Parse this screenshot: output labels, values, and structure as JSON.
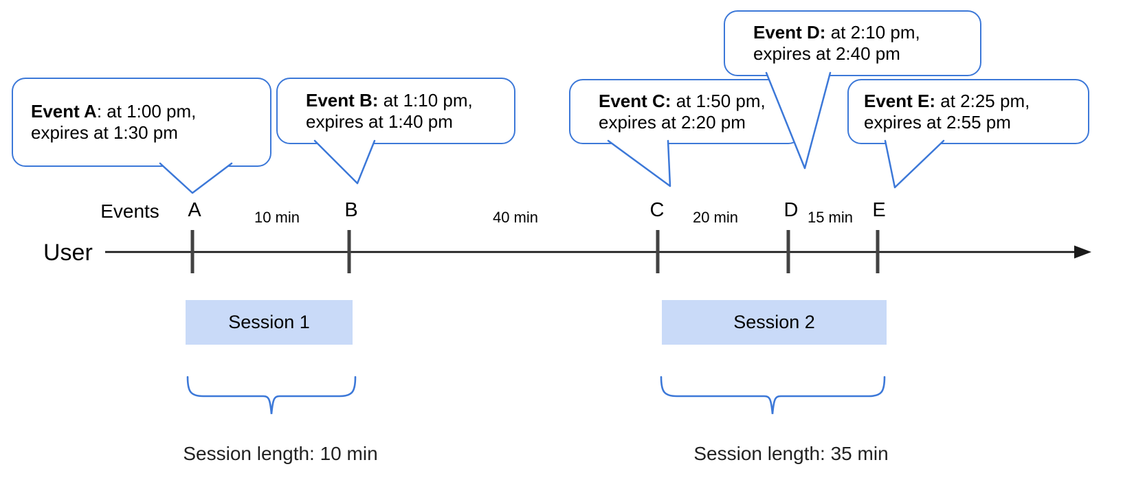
{
  "colors": {
    "accent": "#3c78d8",
    "session_fill": "#c9daf8",
    "tick": "#424242",
    "line": "#1a1a1a",
    "text": "#000000",
    "muted": "#212121"
  },
  "bubbles": [
    {
      "name": "event-a",
      "bold": "Event A",
      "rest": ": at 1:00 pm,",
      "line2": "expires at 1:30 pm"
    },
    {
      "name": "event-b",
      "bold": "Event B:",
      "rest": " at 1:10 pm,",
      "line2": "expires at 1:40 pm"
    },
    {
      "name": "event-c",
      "bold": "Event C:",
      "rest": " at 1:50 pm,",
      "line2": "expires at 2:20 pm"
    },
    {
      "name": "event-d",
      "bold": "Event D:",
      "rest": " at 2:10 pm,",
      "line2": "expires at 2:40 pm"
    },
    {
      "name": "event-e",
      "bold": "Event E:",
      "rest": " at 2:25 pm,",
      "line2": "expires at 2:55 pm"
    }
  ],
  "timeline": {
    "axis_label": "User",
    "events_label": "Events",
    "marks": [
      "A",
      "B",
      "C",
      "D",
      "E"
    ],
    "gaps": [
      "10 min",
      "40 min",
      "20 min",
      "15 min"
    ]
  },
  "sessions": [
    {
      "label": "Session 1",
      "length": "Session length: 10 min"
    },
    {
      "label": "Session 2",
      "length": "Session length: 35 min"
    }
  ]
}
